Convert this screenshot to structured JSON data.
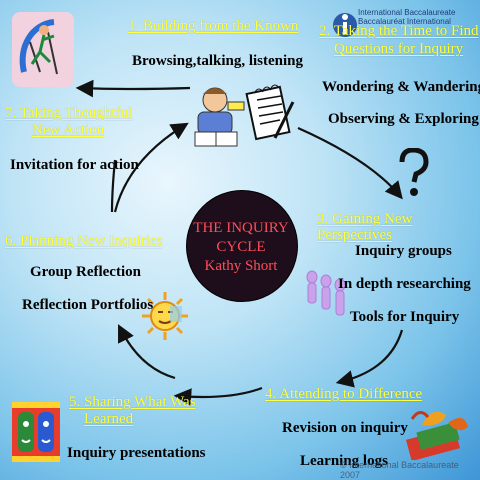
{
  "steps": [
    {
      "heading": [
        "1. Building from the Known"
      ],
      "items": [
        "Browsing,talking, listening"
      ]
    },
    {
      "heading": [
        "2. Taking the Time to Find",
        "Questions for Inquiry"
      ],
      "items": [
        "Wondering & Wandering",
        "Observing & Exploring"
      ]
    },
    {
      "heading": [
        "3. Gaining New Perspectives"
      ],
      "items": [
        "Inquiry groups",
        "In depth researching",
        "Tools for Inquiry"
      ]
    },
    {
      "heading": [
        "4. Attending to Difference"
      ],
      "items": [
        "Revision on inquiry",
        "Learning logs"
      ]
    },
    {
      "heading": [
        "5. Sharing What Was",
        "Learned"
      ],
      "items": [
        "Inquiry presentations"
      ]
    },
    {
      "heading": [
        "6. Planning New Inquiries"
      ],
      "items": [
        "Group Reflection",
        "Reflection Portfolios"
      ]
    },
    {
      "heading": [
        "7. Taking Thoughtful",
        "New Action"
      ],
      "items": [
        "Invitation for action"
      ]
    }
  ],
  "center": {
    "line1": "THE INQUIRY",
    "line2": "CYCLE",
    "line3": "Kathy Short"
  },
  "ib_logo": {
    "line1": "International Baccalaureate",
    "line2": "Baccalauréat International"
  },
  "watermark": "© International Baccalaureate 2007",
  "colors": {
    "heading": "#ffff3a",
    "center_text": "#ff4d5a",
    "center_fill": "#1e0d1a"
  }
}
